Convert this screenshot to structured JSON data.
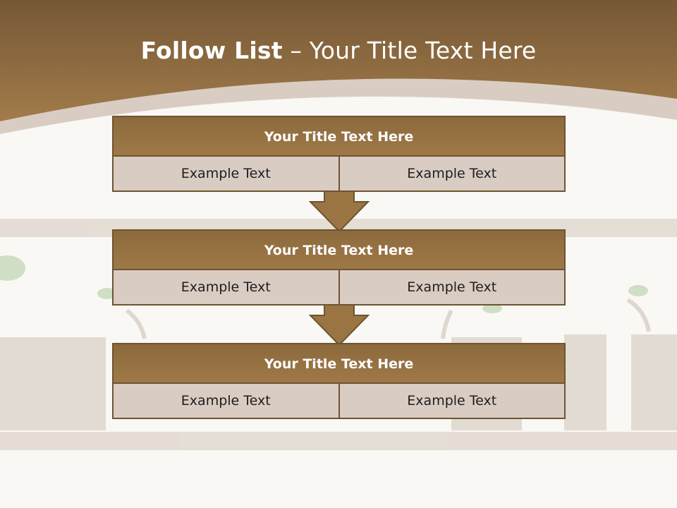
{
  "slide": {
    "title_bold": "Follow List",
    "title_rest": "– Your Title Text Here"
  },
  "steps": [
    {
      "title": "Your Title Text Here",
      "left_text": "Example Text",
      "right_text": "Example Text"
    },
    {
      "title": "Your Title Text Here",
      "left_text": "Example Text",
      "right_text": "Example Text"
    },
    {
      "title": "Your Title Text Here",
      "left_text": "Example Text",
      "right_text": "Example Text"
    }
  ],
  "colors": {
    "banner_dark": "#7a5c35",
    "banner_light": "#a67f4c",
    "box_border": "#6e5431",
    "cell_fill": "#d9ccc3",
    "arrow_fill": "#9a7543"
  }
}
